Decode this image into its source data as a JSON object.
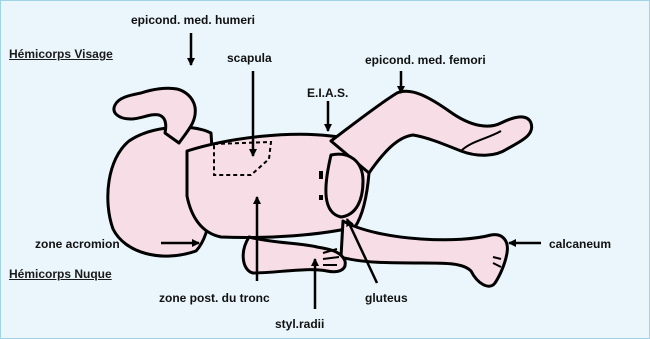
{
  "headings": {
    "face": "Hémicorps Visage",
    "nape": "Hémicorps Nuque"
  },
  "labels": {
    "epicond_humeri": "epicond. med. humeri",
    "scapula": "scapula",
    "eias": "E.I.A.S.",
    "epicond_femori": "epicond. med. femori",
    "zone_acromion": "zone acromion",
    "zone_post_tronc": "zone post. du tronc",
    "styl_radii": "styl.radii",
    "gluteus": "gluteus",
    "calcaneum": "calcaneum"
  },
  "colors": {
    "background": "#eaf6fb",
    "body_fill": "#f7dde6",
    "outline": "#000000"
  }
}
